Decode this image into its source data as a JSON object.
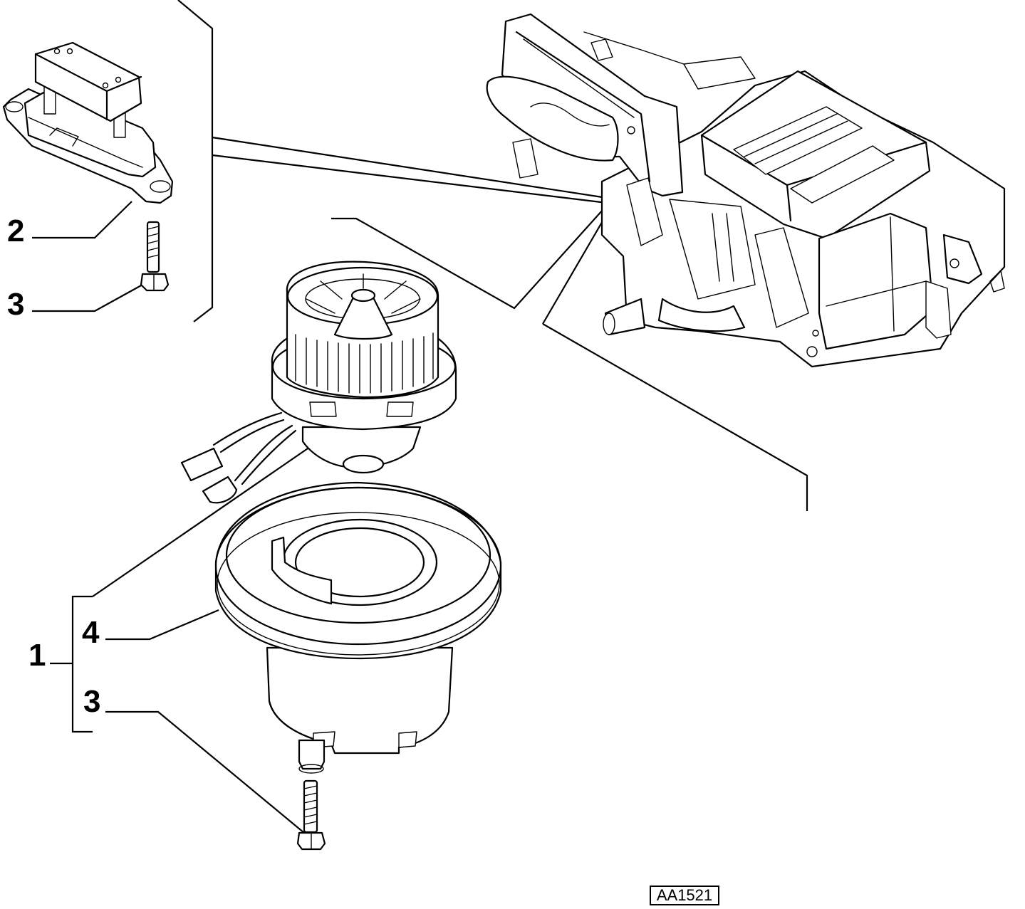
{
  "callouts": {
    "item_1": "1",
    "item_2": "2",
    "item_3_top": "3",
    "item_3_bottom": "3",
    "item_4": "4"
  },
  "reference_code": "AA1521",
  "icons": {
    "resistor": "resistor-module-icon",
    "screw": "screw-icon",
    "blower_motor": "blower-motor-icon",
    "motor_housing": "motor-housing-icon",
    "heater_unit": "heater-unit-icon"
  }
}
